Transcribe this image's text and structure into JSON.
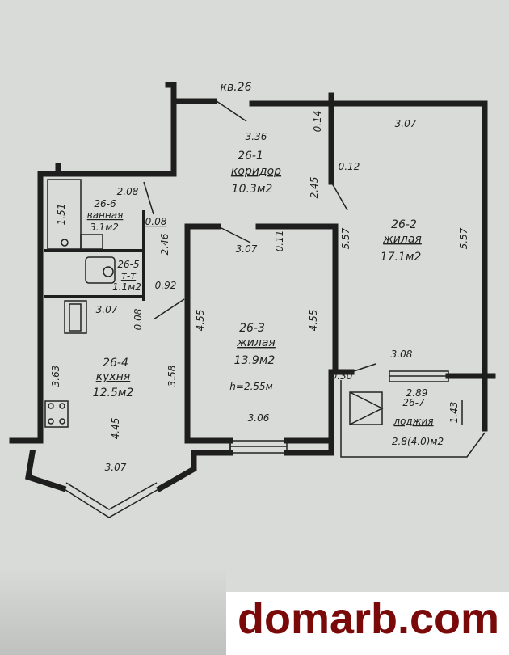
{
  "plan": {
    "apartment": "кв.26",
    "rooms": [
      {
        "id": "26-1",
        "name": "коридор",
        "area": "10.3м2"
      },
      {
        "id": "26-2",
        "name": "жилая",
        "area": "17.1м2"
      },
      {
        "id": "26-3",
        "name": "жилая",
        "area": "13.9м2",
        "height": "h=2.55м"
      },
      {
        "id": "26-4",
        "name": "кухня",
        "area": "12.5м2"
      },
      {
        "id": "26-5",
        "name": "т-т",
        "area": "1.1м2"
      },
      {
        "id": "26-6",
        "name": "ванная",
        "area": "3.1м2"
      },
      {
        "id": "26-7",
        "name": "лоджия",
        "area": "2.8(4.0)м2"
      }
    ],
    "dimensions": {
      "corridor_width": "3.36",
      "corridor_height": "2.45",
      "wall_014": "0.14",
      "wall_012": "0.12",
      "room2_top": "3.07",
      "room2_left": "5.57",
      "room2_right": "5.57",
      "room2_bottom": "3.08",
      "room3_top": "3.07",
      "room3_wall": "0.11",
      "room3_left": "4.55",
      "room3_right": "4.55",
      "room3_bottom": "3.06",
      "bath_width": "2.08",
      "bath_height": "1.51",
      "bath_wall": "0.08",
      "wc_height": "2.46",
      "wc_width": "0.92",
      "kitchen_top": "3.07",
      "kitchen_wall": "0.08",
      "kitchen_left": "3.63",
      "kitchen_right": "3.58",
      "kitchen_depth": "4.45",
      "kitchen_bottom": "3.07",
      "wall_030": "0.30",
      "loggia_width": "2.89",
      "loggia_depth": "1.43"
    }
  },
  "watermark": {
    "text": "domarb.com",
    "color": "#7a0a0a"
  }
}
